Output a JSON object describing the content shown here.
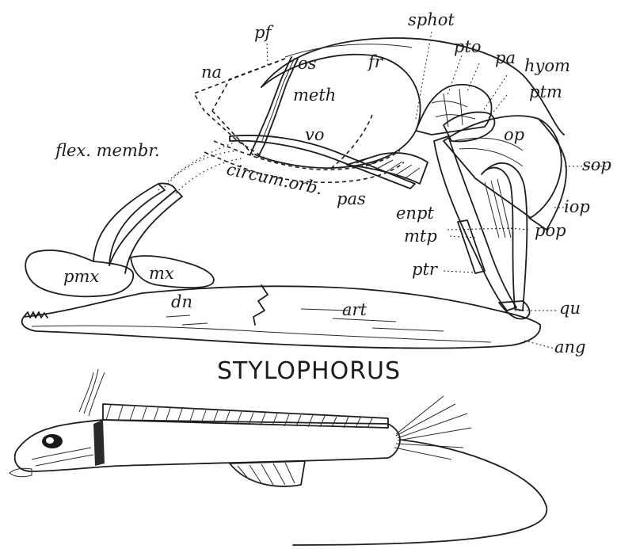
{
  "title": "STYLOPHORUS",
  "labels": {
    "pf": "pf",
    "sphot": "sphot",
    "pto": "pto",
    "fr": "fr",
    "pa": "pa",
    "hyom": "hyom",
    "ptm": "ptm",
    "na": "na",
    "os": "os",
    "meth": "meth",
    "op": "op",
    "vo": "vo",
    "flex_membr": "flex. membr.",
    "sop": "sop",
    "circum_orb": "circum.orb.",
    "pas": "pas",
    "iop": "iop",
    "enpt": "enpt",
    "pop": "pop",
    "mtp": "mtp",
    "pmx": "pmx",
    "mx": "mx",
    "ptr": "ptr",
    "dn": "dn",
    "art": "art",
    "qu": "qu",
    "ang": "ang"
  }
}
